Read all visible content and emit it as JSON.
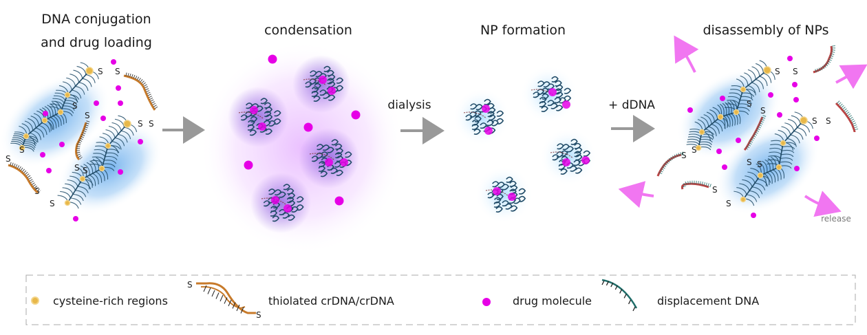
{
  "stages": [
    {
      "id": "conjugation",
      "title_lines": [
        "DNA conjugation",
        "and drug loading"
      ]
    },
    {
      "id": "condensation",
      "title_lines": [
        "condensation"
      ]
    },
    {
      "id": "np-formation",
      "title_lines": [
        "NP formation"
      ]
    },
    {
      "id": "disassembly",
      "title_lines": [
        "disassembly of NPs"
      ]
    }
  ],
  "arrows": [
    {
      "from": "conjugation",
      "to": "condensation",
      "label": ""
    },
    {
      "from": "condensation",
      "to": "np-formation",
      "label": "dialysis"
    },
    {
      "from": "np-formation",
      "to": "disassembly",
      "label": "+ dDNA"
    }
  ],
  "annotations": {
    "release": "release",
    "sulfur": "S"
  },
  "legend": {
    "items": [
      {
        "icon": "cysteine-dot-icon",
        "label": "cysteine-rich regions"
      },
      {
        "icon": "thiolated-crdna-icon",
        "label": "thiolated crDNA/crDNA"
      },
      {
        "icon": "drug-dot-icon",
        "label": "drug molecule"
      },
      {
        "icon": "displacement-dna-icon",
        "label": "displacement DNA"
      }
    ]
  },
  "colors": {
    "drug": "#e600e6",
    "cysteine": "#e8b84a",
    "protein_strand": "#1f4a66",
    "crdna": "#c77a2a",
    "ddna": "#1f6e6a",
    "ddna_red": "#b44",
    "halo_blue": "#4a9be8",
    "halo_purple": "#cc66ff",
    "arrow_gray": "#999999",
    "release_arrow": "#ee55ee"
  }
}
